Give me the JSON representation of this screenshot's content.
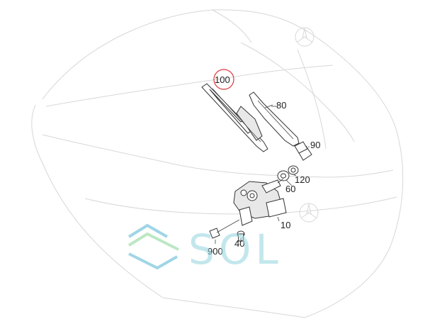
{
  "callouts": {
    "c100": "100",
    "c80": "80",
    "c90": "90",
    "c60": "60",
    "c120": "120",
    "c10": "10",
    "c40": "40",
    "c900": "900"
  },
  "highlight_color": "#e0393e",
  "watermark": {
    "text": "SOL",
    "text_color": "#8fd3dd",
    "logo_colors": [
      "#7fc8e0",
      "#a6dfb0"
    ]
  }
}
